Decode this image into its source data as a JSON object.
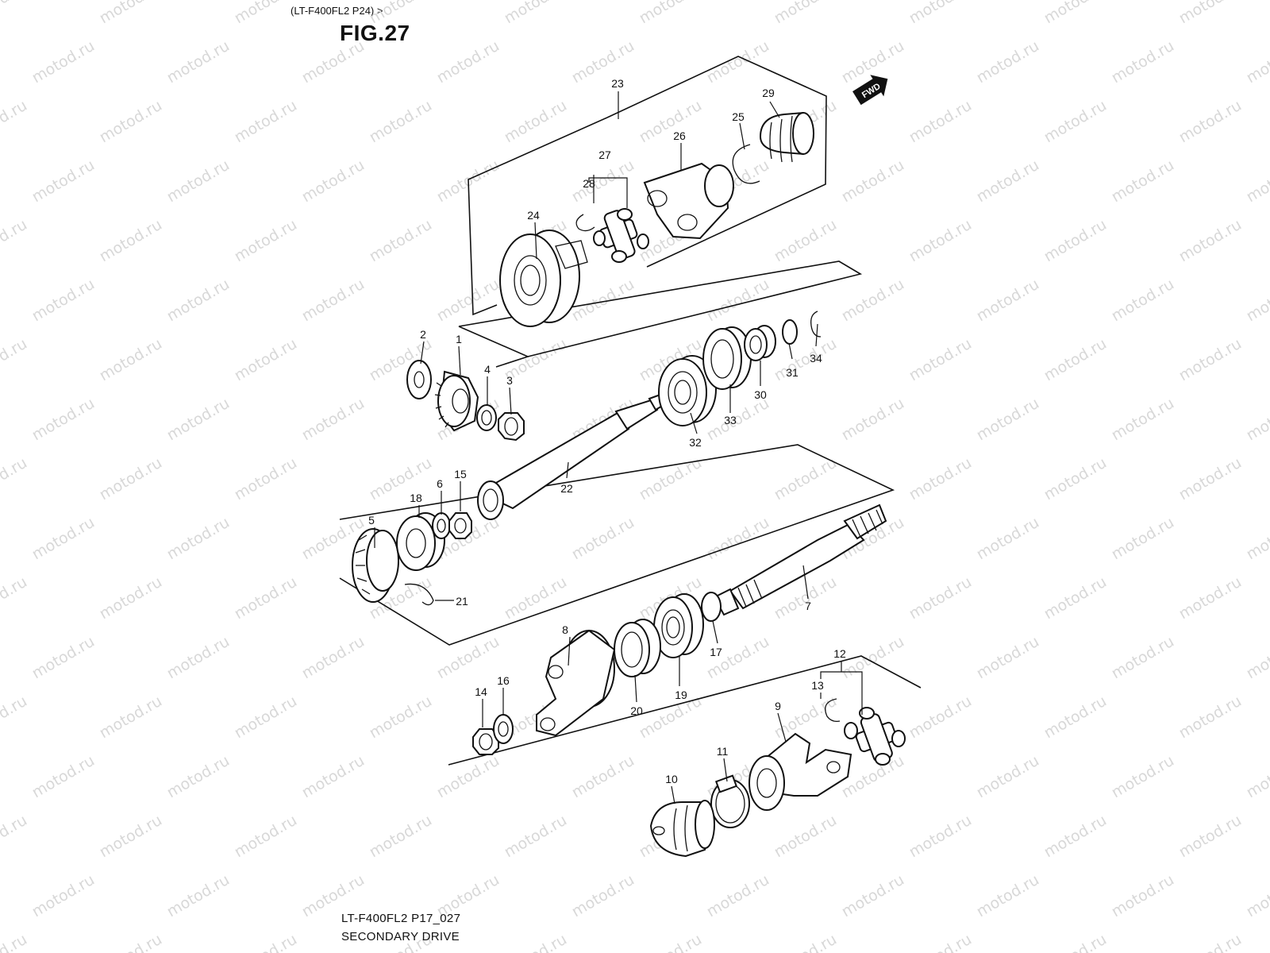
{
  "header": {
    "ref": "(LT-F400FL2 P24) >",
    "figure": "FIG.27"
  },
  "footer": {
    "code": "LT-F400FL2 P17_027",
    "title": "SECONDARY DRIVE"
  },
  "watermark": "motod.ru",
  "badge": "FWD",
  "callouts": [
    "1",
    "2",
    "3",
    "4",
    "5",
    "6",
    "7",
    "8",
    "9",
    "10",
    "11",
    "12",
    "13",
    "14",
    "15",
    "16",
    "17",
    "18",
    "19",
    "20",
    "21",
    "22",
    "23",
    "24",
    "25",
    "26",
    "27",
    "28",
    "29",
    "30",
    "31",
    "32",
    "33",
    "34"
  ]
}
